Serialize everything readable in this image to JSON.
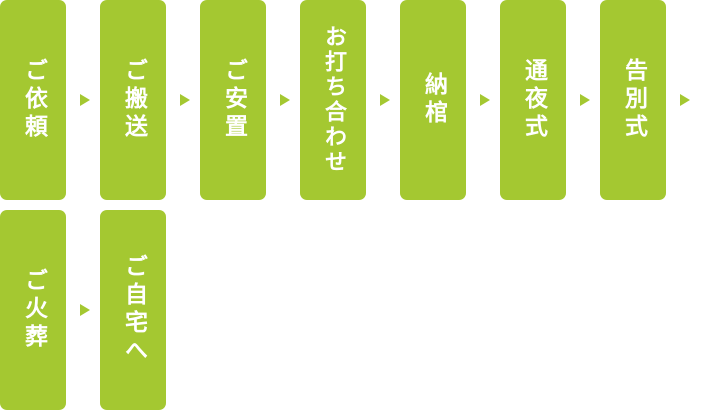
{
  "steps": [
    {
      "label": "ご依頼"
    },
    {
      "label": "ご搬送"
    },
    {
      "label": "ご安置"
    },
    {
      "label": "お打ち合わせ"
    },
    {
      "label": "納棺"
    },
    {
      "label": "通夜式"
    },
    {
      "label": "告別式"
    },
    {
      "label": "ご火葬"
    },
    {
      "label": "ご自宅へ"
    }
  ],
  "colors": {
    "accent": "#a4c831",
    "text": "#ffffff"
  },
  "icons": {
    "connector": "right-triangle-arrow"
  }
}
